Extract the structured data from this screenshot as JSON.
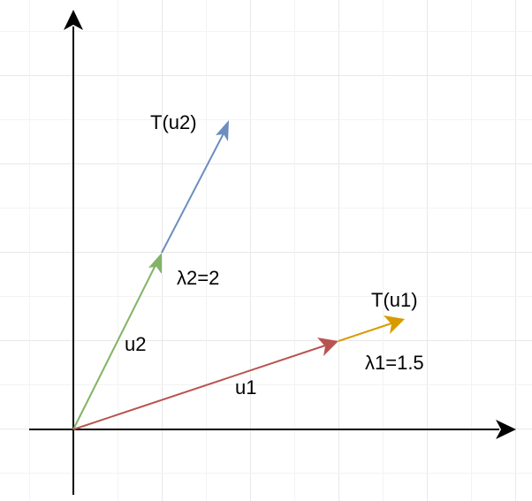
{
  "labels": {
    "t_u2": "T(u2)",
    "lambda2": "λ2=2",
    "u2": "u2",
    "t_u1": "T(u1)",
    "u1": "u1",
    "lambda1": "λ1=1.5"
  },
  "colors": {
    "grid": "#e8e8e8",
    "axis": "#000000",
    "u1": "#b85450",
    "t_u1": "#d79b00",
    "u2": "#82b366",
    "t_u2": "#6c8ebf",
    "text": "#000000"
  }
}
